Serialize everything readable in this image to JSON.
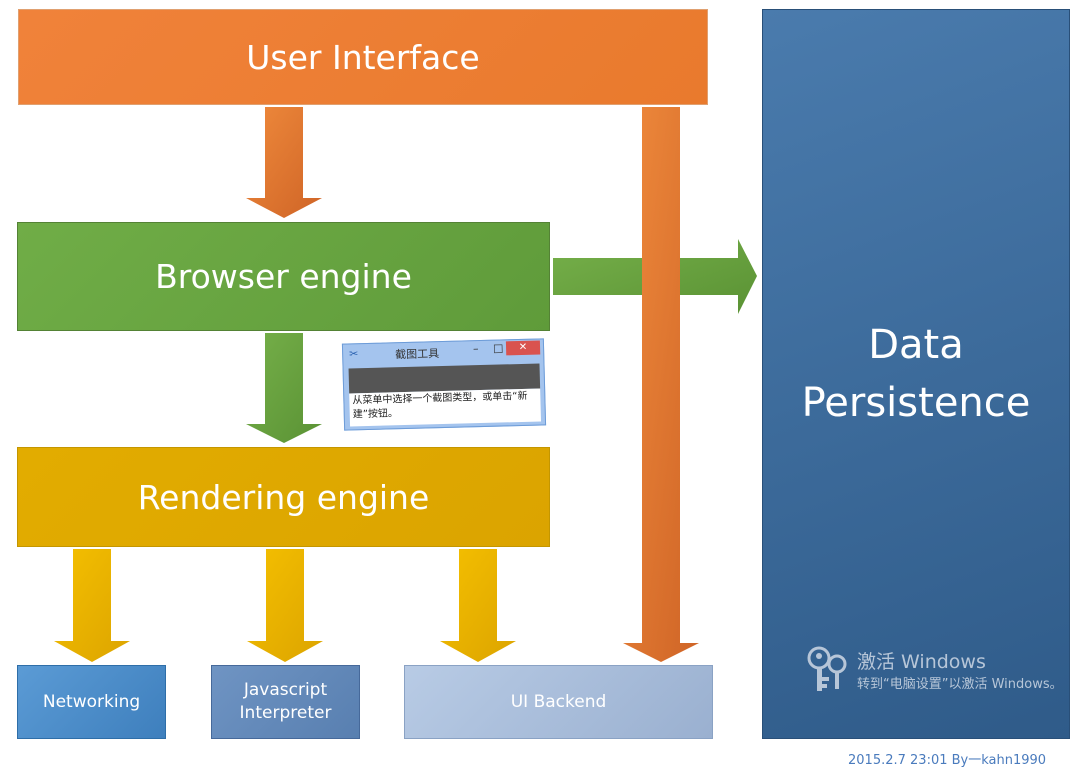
{
  "boxes": {
    "user_interface": "User Interface",
    "browser_engine": "Browser engine",
    "rendering_engine": "Rendering engine",
    "networking": "Networking",
    "javascript_line1": "Javascript",
    "javascript_line2": "Interpreter",
    "ui_backend": "UI Backend",
    "data_persistence_line1": "Data",
    "data_persistence_line2": "Persistence"
  },
  "colors": {
    "ui_orange": "#ED7D31",
    "browser_green": "#70AD47",
    "rendering_gold": "#E2AC00",
    "networking_blue": "#5B9BD5",
    "javascript_blue": "#6F94C3",
    "ui_backend_blue": "#B8CBE5",
    "persistence_blue": "#3E6A98"
  },
  "snipping_tool": {
    "title": "截图工具",
    "message": "从菜单中选择一个截图类型，或单击“新建”按钮。",
    "minimize": "–",
    "maximize": "□",
    "close": "✕"
  },
  "watermark": {
    "icon": "key-icon",
    "title": "激活 Windows",
    "subtitle": "转到“电脑设置”以激活 Windows。"
  },
  "credit": "2015.2.7 23:01 By一kahn1990"
}
